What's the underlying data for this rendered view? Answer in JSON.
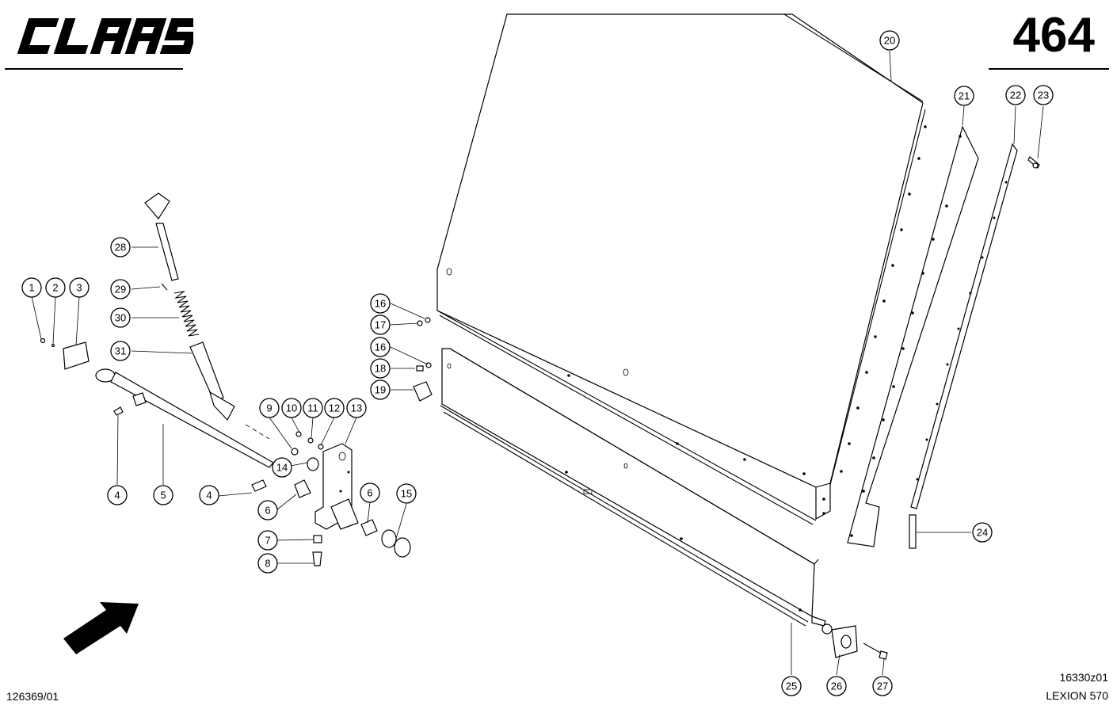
{
  "header": {
    "brand_logo_text": "CLAAS",
    "page_number": "464"
  },
  "footer": {
    "document_number": "126369/01",
    "figure_number": "16330z01",
    "model": "LEXION 570"
  },
  "callouts": [
    {
      "id": "c1",
      "label": "1"
    },
    {
      "id": "c2",
      "label": "2"
    },
    {
      "id": "c3",
      "label": "3"
    },
    {
      "id": "c4a",
      "label": "4"
    },
    {
      "id": "c5",
      "label": "5"
    },
    {
      "id": "c4b",
      "label": "4"
    },
    {
      "id": "c6a",
      "label": "6"
    },
    {
      "id": "c7",
      "label": "7"
    },
    {
      "id": "c8",
      "label": "8"
    },
    {
      "id": "c9",
      "label": "9"
    },
    {
      "id": "c10",
      "label": "10"
    },
    {
      "id": "c11",
      "label": "11"
    },
    {
      "id": "c12",
      "label": "12"
    },
    {
      "id": "c13",
      "label": "13"
    },
    {
      "id": "c14",
      "label": "14"
    },
    {
      "id": "c6b",
      "label": "6"
    },
    {
      "id": "c15",
      "label": "15"
    },
    {
      "id": "c16a",
      "label": "16"
    },
    {
      "id": "c17",
      "label": "17"
    },
    {
      "id": "c16b",
      "label": "16"
    },
    {
      "id": "c18",
      "label": "18"
    },
    {
      "id": "c19",
      "label": "19"
    },
    {
      "id": "c20",
      "label": "20"
    },
    {
      "id": "c21",
      "label": "21"
    },
    {
      "id": "c22",
      "label": "22"
    },
    {
      "id": "c23",
      "label": "23"
    },
    {
      "id": "c24",
      "label": "24"
    },
    {
      "id": "c25",
      "label": "25"
    },
    {
      "id": "c26",
      "label": "26"
    },
    {
      "id": "c27",
      "label": "27"
    },
    {
      "id": "c28",
      "label": "28"
    },
    {
      "id": "c29",
      "label": "29"
    },
    {
      "id": "c30",
      "label": "30"
    },
    {
      "id": "c31",
      "label": "31"
    }
  ],
  "icons": {
    "direction_arrow": "direction-arrow-icon"
  }
}
